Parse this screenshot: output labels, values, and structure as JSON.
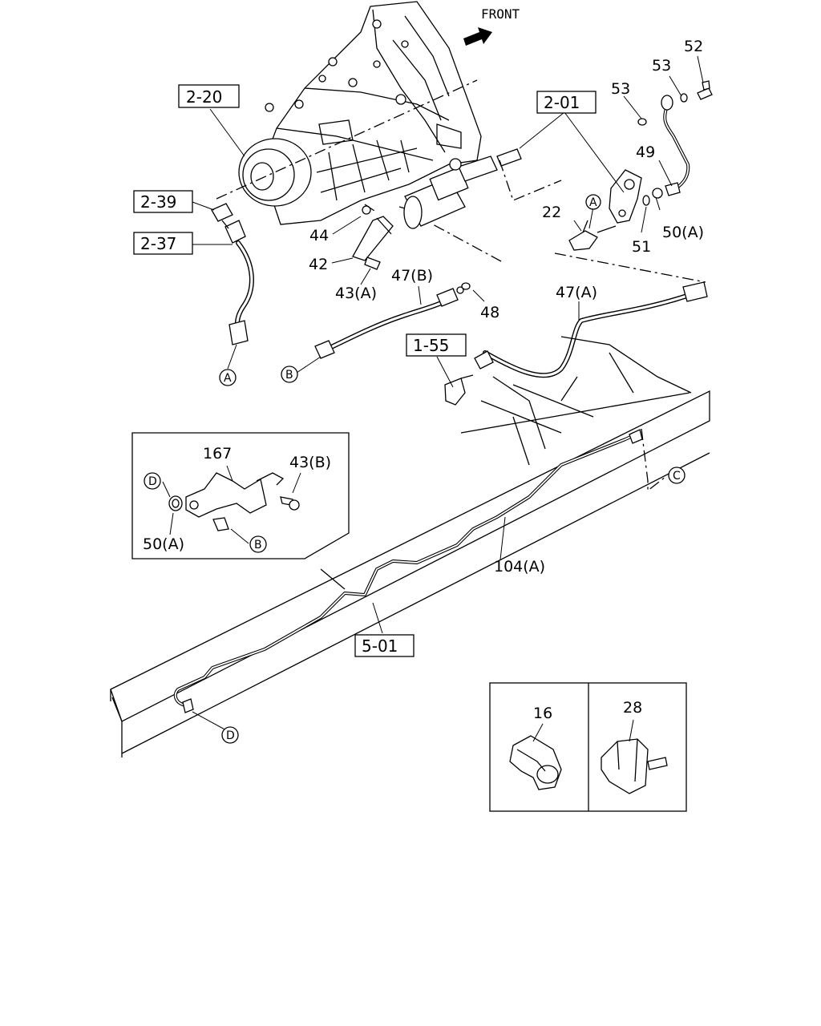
{
  "direction": {
    "label": "FRONT"
  },
  "ref_boxes": {
    "r2_20": "2-20",
    "r2_39": "2-39",
    "r2_37": "2-37",
    "r2_01": "2-01",
    "r1_55": "1-55",
    "r5_01": "5-01"
  },
  "callouts": {
    "p52": "52",
    "p53a": "53",
    "p53b": "53",
    "p49": "49",
    "p50a_top": "50(A)",
    "p51": "51",
    "p22": "22",
    "p44": "44",
    "p42": "42",
    "p43a": "43(A)",
    "p47b": "47(B)",
    "p48": "48",
    "p47a": "47(A)",
    "p167": "167",
    "p43b": "43(B)",
    "p50a_inset": "50(A)",
    "p104a": "104(A)",
    "p16": "16",
    "p28": "28"
  },
  "markers": {
    "a_top": "A",
    "a_left": "A",
    "b_left": "B",
    "b_inset": "B",
    "c_right": "C",
    "d_inset": "D",
    "d_bottom": "D"
  }
}
